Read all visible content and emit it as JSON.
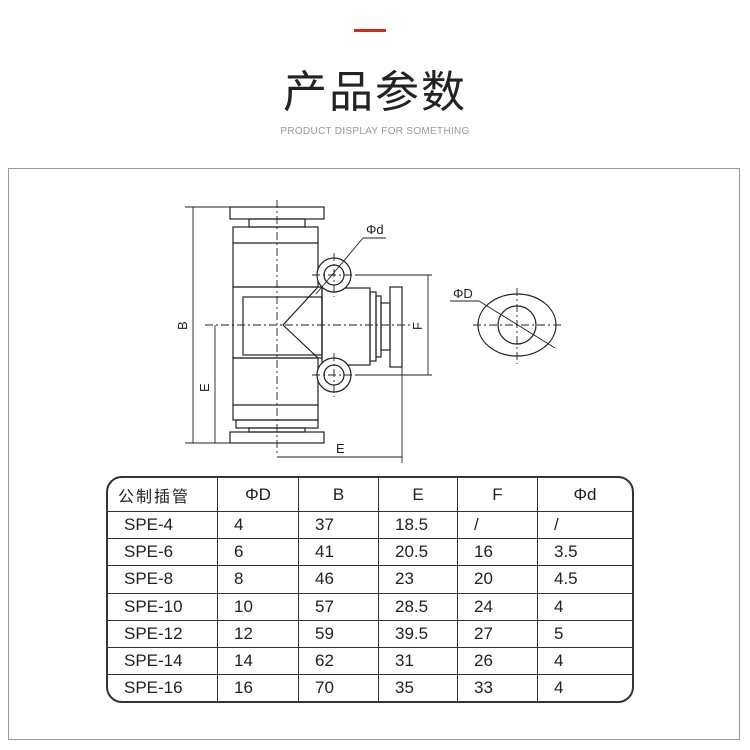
{
  "header": {
    "title": "产品参数",
    "subtitle": "PRODUCT DISPLAY FOR SOMETHING",
    "accent": "#d9291c"
  },
  "diagram": {
    "labels": {
      "phi_d": "Φd",
      "phi_D": "ΦD",
      "B": "B",
      "E_vertical": "E",
      "E_horizontal": "E",
      "F": "F"
    }
  },
  "table": {
    "headers": [
      "公制插管",
      "ΦD",
      "B",
      "E",
      "F",
      "Φd"
    ],
    "rows": [
      [
        "SPE-4",
        "4",
        "37",
        "18.5",
        "/",
        "/"
      ],
      [
        "SPE-6",
        "6",
        "41",
        "20.5",
        "16",
        "3.5"
      ],
      [
        "SPE-8",
        "8",
        "46",
        "23",
        "20",
        "4.5"
      ],
      [
        "SPE-10",
        "10",
        "57",
        "28.5",
        "24",
        "4"
      ],
      [
        "SPE-12",
        "12",
        "59",
        "39.5",
        "27",
        "5"
      ],
      [
        "SPE-14",
        "14",
        "62",
        "31",
        "26",
        "4"
      ],
      [
        "SPE-16",
        "16",
        "70",
        "35",
        "33",
        "4"
      ]
    ]
  }
}
